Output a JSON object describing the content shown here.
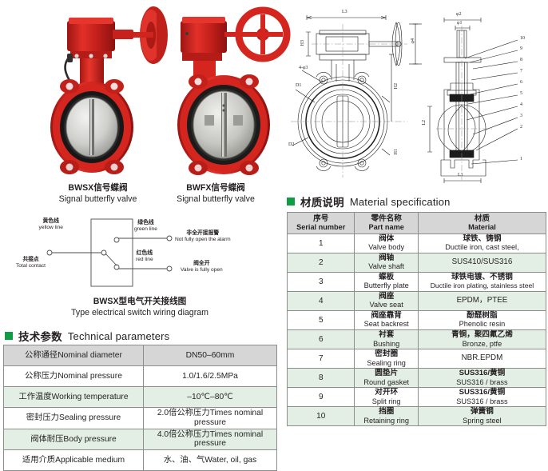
{
  "products": [
    {
      "id": "bwsx",
      "cn": "BWSX信号蝶阀",
      "en": "Signal butterfly valve"
    },
    {
      "id": "bwfx",
      "cn": "BWFX信号蝶阀",
      "en": "Signal butterfly valve"
    }
  ],
  "wiring": {
    "caption_cn": "BWSX型电气开关接线图",
    "caption_en": "Type electrical switch wiring diagram",
    "labels": {
      "yellow_cn": "黄色线",
      "yellow_en": "yellow line",
      "common_cn": "共接点",
      "common_en": "Total contact",
      "green_cn": "绿色线",
      "green_en": "green line",
      "red_cn": "红色线",
      "red_en": "red line",
      "alarm_cn": "非全开接报警",
      "alarm_en": "Not fully open the alarm",
      "open_cn": "阀全开",
      "open_en": "Valve is fully open"
    }
  },
  "drawing": {
    "front_dims": [
      "L3",
      "H3",
      "H2",
      "H1",
      "D1",
      "D2",
      "4-φ3",
      "φ4"
    ],
    "section_dims": [
      "φ2",
      "φ1",
      "L2",
      "L1"
    ],
    "callouts": [
      "10",
      "9",
      "8",
      "7",
      "6",
      "5",
      "4",
      "3",
      "2",
      "1"
    ]
  },
  "tech": {
    "title_cn": "技术参数",
    "title_en": "Technical parameters",
    "rows": [
      {
        "key": "公称通径Nominal diameter",
        "value": "DN50–60mm",
        "bg": "gray"
      },
      {
        "key": "公称压力Nominal pressure",
        "value": "1.0/1.6/2.5MPa",
        "bg": "white"
      },
      {
        "key": "工作温度Working temperature",
        "value": "–10℃–80℃",
        "bg": "mint"
      },
      {
        "key": "密封压力Sealing pressure",
        "value": "2.0倍公称压力Times nominal pressure",
        "bg": "white"
      },
      {
        "key": "阀体耐压Body pressure",
        "value": "4.0倍公称压力Times nominal pressure",
        "bg": "mint"
      },
      {
        "key": "适用介质Applicable medium",
        "value": "水、油、气Water, oil, gas",
        "bg": "white"
      }
    ]
  },
  "material": {
    "title_cn": "材质说明",
    "title_en": "Material specification",
    "headers": [
      {
        "cn": "序号",
        "en": "Serial number"
      },
      {
        "cn": "零件名称",
        "en": "Part name"
      },
      {
        "cn": "材质",
        "en": "Material"
      }
    ],
    "rows": [
      {
        "no": "1",
        "part_cn": "阀体",
        "part_en": "Valve body",
        "mat_cn": "球铁、铸钢",
        "mat_en": "Ductile iron, cast steel,",
        "bg": "white"
      },
      {
        "no": "2",
        "part_cn": "阀轴",
        "part_en": "Valve shaft",
        "mat_cn": "",
        "mat_en": "SUS410/SUS316",
        "bg": "mint"
      },
      {
        "no": "3",
        "part_cn": "蝶板",
        "part_en": "Butterfly plate",
        "mat_cn": "球铁电镀、不锈钢",
        "mat_en": "Ductile iron plating, stainless steel",
        "bg": "white"
      },
      {
        "no": "4",
        "part_cn": "阀座",
        "part_en": "Valve seat",
        "mat_cn": "",
        "mat_en": "EPDM，PTEE",
        "bg": "mint"
      },
      {
        "no": "5",
        "part_cn": "阀座靠背",
        "part_en": "Seat backrest",
        "mat_cn": "酚醛树脂",
        "mat_en": "Phenolic resin",
        "bg": "white"
      },
      {
        "no": "6",
        "part_cn": "衬套",
        "part_en": "Bushing",
        "mat_cn": "青铜，聚四氟乙烯",
        "mat_en": "Bronze, ptfe",
        "bg": "mint"
      },
      {
        "no": "7",
        "part_cn": "密封圈",
        "part_en": "Sealing ring",
        "mat_cn": "",
        "mat_en": "NBR.EPDM",
        "bg": "white"
      },
      {
        "no": "8",
        "part_cn": "圆垫片",
        "part_en": "Round gasket",
        "mat_cn": "SUS316/黄铜",
        "mat_en": "SUS316 / brass",
        "bg": "mint"
      },
      {
        "no": "9",
        "part_cn": "对开环",
        "part_en": "Split ring",
        "mat_cn": "SUS316/黄铜",
        "mat_en": "SUS316 / brass",
        "bg": "white"
      },
      {
        "no": "10",
        "part_cn": "挡圈",
        "part_en": "Retaining ring",
        "mat_cn": "弹簧钢",
        "mat_en": "Spring steel",
        "bg": "mint"
      }
    ]
  },
  "colors": {
    "accent_green": "#0f9c44",
    "header_gray": "#d6d6d6",
    "row_mint": "#e3efe4",
    "valve_red": "#d9241f",
    "border": "#8d8d8d"
  }
}
